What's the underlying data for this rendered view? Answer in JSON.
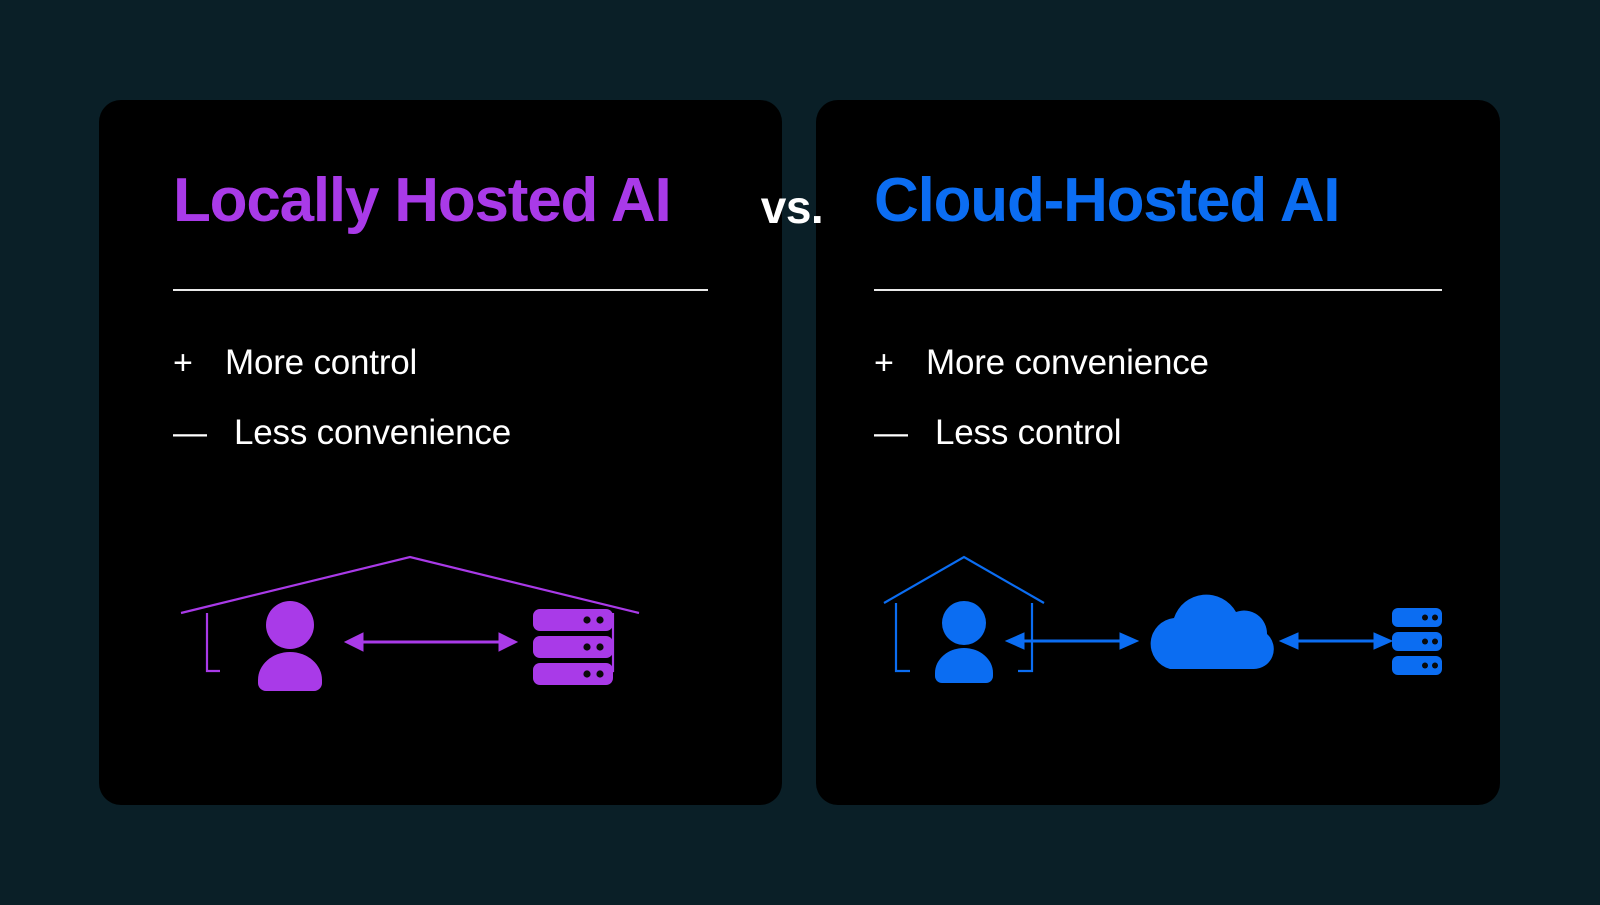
{
  "page": {
    "background_color": "#0a1f27",
    "card_background": "#000000",
    "divider_color": "#e9e9e9",
    "text_color": "#ffffff"
  },
  "versus": {
    "label": "vs."
  },
  "cards": [
    {
      "id": "locally-hosted-ai",
      "title": "Locally Hosted AI",
      "accent_color": "#a93ae8",
      "bullets": [
        {
          "sign": "+",
          "label": "More control",
          "type": "positive"
        },
        {
          "sign": "—",
          "label": "Less convenience",
          "type": "negative"
        }
      ],
      "diagram": {
        "type": "house-contains-user-and-server",
        "color": "#a93ae8",
        "nodes": [
          "house",
          "person",
          "server-rack"
        ],
        "arrows": [
          "person-to-server-bidirectional"
        ]
      }
    },
    {
      "id": "cloud-hosted-ai",
      "title": "Cloud-Hosted AI",
      "accent_color": "#0b6df2",
      "bullets": [
        {
          "sign": "+",
          "label": "More convenience",
          "type": "positive"
        },
        {
          "sign": "—",
          "label": "Less control",
          "type": "negative"
        }
      ],
      "diagram": {
        "type": "house-user-to-cloud-to-server",
        "color": "#0b6df2",
        "nodes": [
          "house",
          "person",
          "cloud",
          "server-rack"
        ],
        "arrows": [
          "person-to-cloud-bidirectional",
          "cloud-to-server-bidirectional"
        ]
      }
    }
  ]
}
